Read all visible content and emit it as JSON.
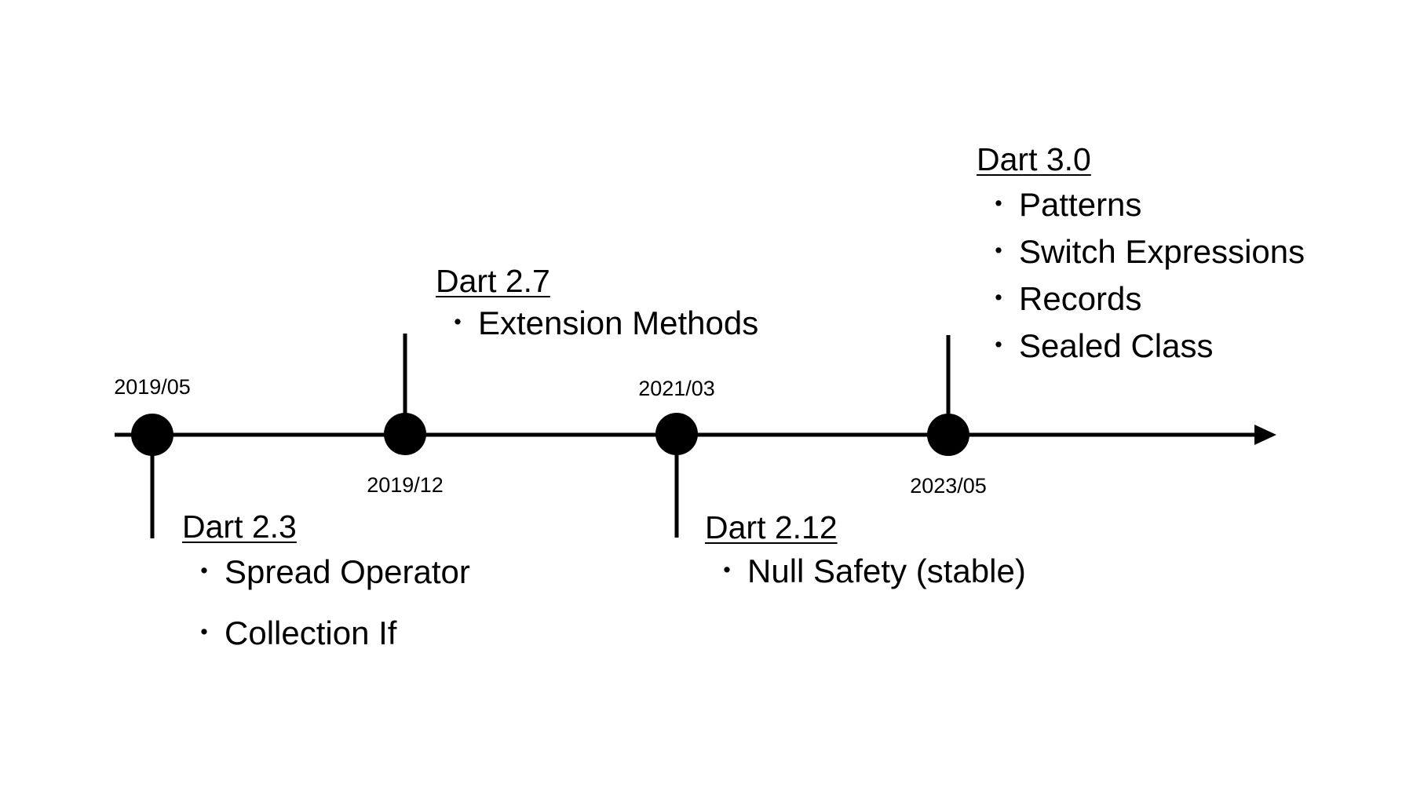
{
  "timeline": {
    "milestones": [
      {
        "date": "2019/05",
        "release": "Dart 2.3",
        "features": [
          "Spread Operator",
          "Collection If"
        ]
      },
      {
        "date": "2019/12",
        "release": "Dart 2.7",
        "features": [
          "Extension Methods"
        ]
      },
      {
        "date": "2021/03",
        "release": "Dart 2.12",
        "features": [
          "Null Safety (stable)"
        ]
      },
      {
        "date": "2023/05",
        "release": "Dart 3.0",
        "features": [
          "Patterns",
          "Switch Expressions",
          "Records",
          "Sealed Class"
        ]
      }
    ],
    "bullet_glyph": "・"
  }
}
